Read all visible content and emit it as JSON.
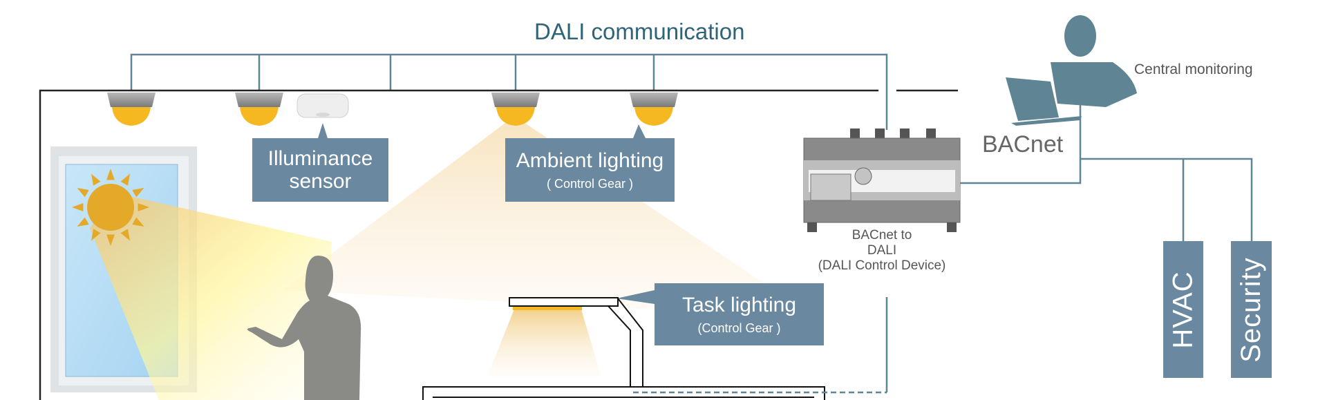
{
  "title": "DALI communication",
  "central_monitoring": "Central monitoring",
  "bacnet_label": "BACnet",
  "illuminance": {
    "line1": "Illuminance",
    "line2": "sensor"
  },
  "ambient": {
    "title": "Ambient lighting",
    "sub": "( Control Gear )"
  },
  "task": {
    "title": "Task lighting",
    "sub": "(Control Gear )"
  },
  "device": {
    "line1": "BACnet to",
    "line2": "DALI",
    "line3": "(DALI Control Device)"
  },
  "subsystems": [
    {
      "label": "HVAC"
    },
    {
      "label": "Security"
    }
  ],
  "colors": {
    "bus": "#5f8494",
    "box": "#6a88a0",
    "lamp": "#f5b820",
    "sun": "#e5a92a"
  }
}
